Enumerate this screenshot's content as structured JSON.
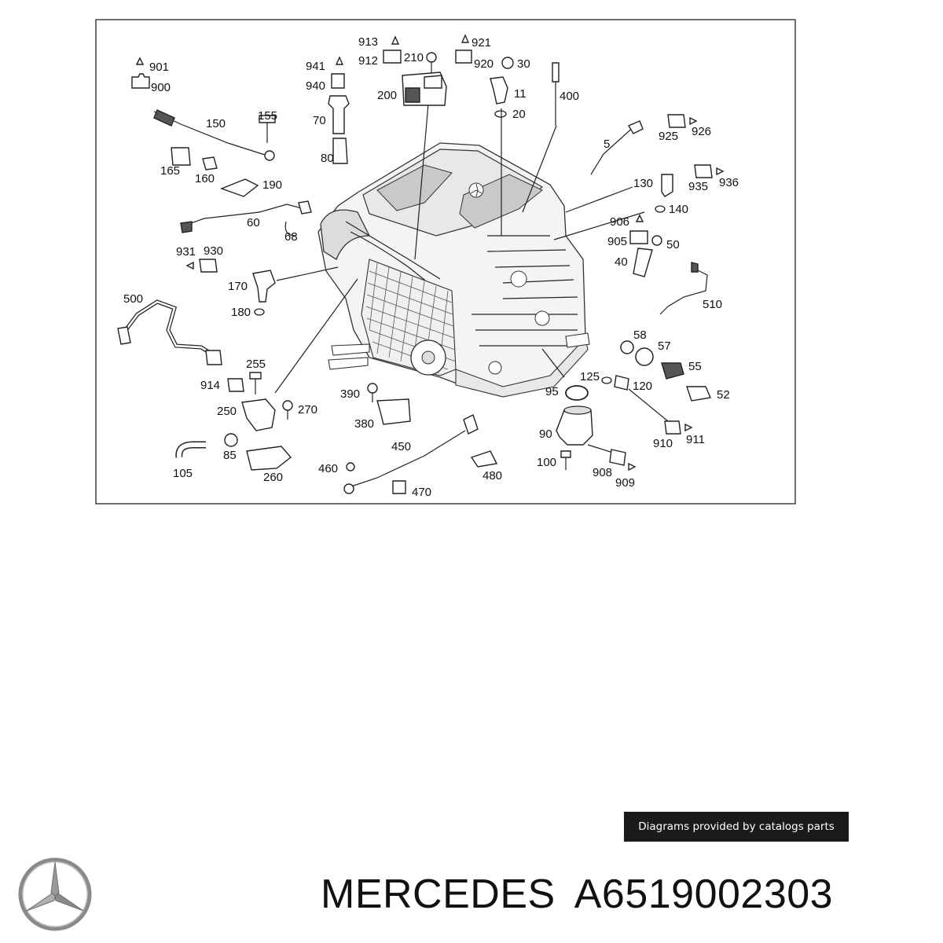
{
  "diagram": {
    "labels": [
      "901",
      "900",
      "150",
      "155",
      "165",
      "160",
      "190",
      "60",
      "68",
      "913",
      "912",
      "210",
      "200",
      "941",
      "940",
      "70",
      "80",
      "921",
      "920",
      "30",
      "11",
      "20",
      "400",
      "5",
      "925",
      "926",
      "130",
      "935",
      "936",
      "140",
      "906",
      "905",
      "50",
      "40",
      "510",
      "931",
      "930",
      "170",
      "180",
      "500",
      "914",
      "255",
      "250",
      "270",
      "105",
      "85",
      "260",
      "390",
      "380",
      "450",
      "460",
      "470",
      "480",
      "58",
      "57",
      "55",
      "52",
      "125",
      "120",
      "95",
      "90",
      "100",
      "908",
      "909",
      "910",
      "911"
    ]
  },
  "credit": "Diagrams provided by catalogs parts",
  "footer": {
    "brand": "MERCEDES",
    "part_number": "A6519002303"
  },
  "icons": {
    "logo": "three-pointed-star-logo-icon"
  },
  "colors": {
    "badge_bg": "#1b1b1b",
    "badge_text": "#ffffff",
    "text": "#111111"
  }
}
